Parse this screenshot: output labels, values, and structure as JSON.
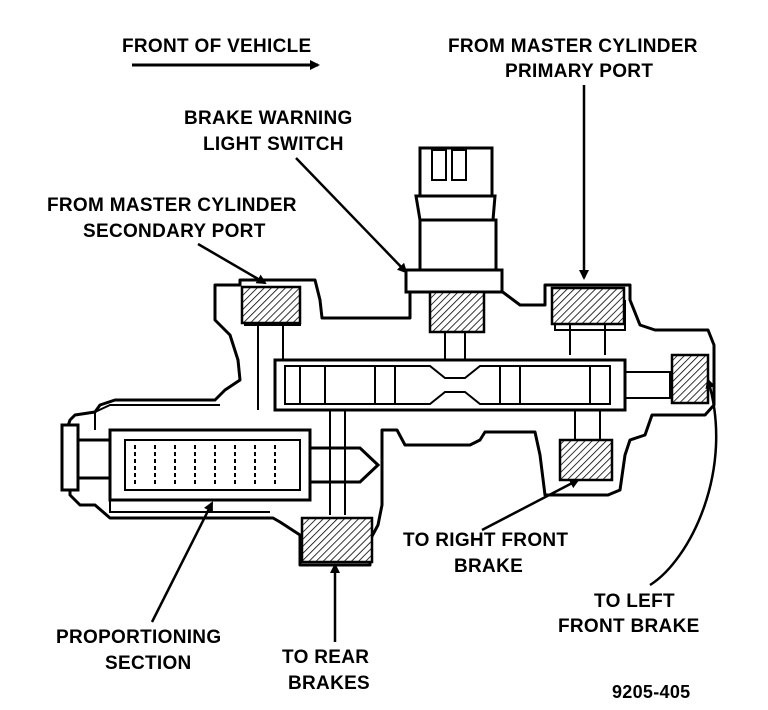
{
  "labels": {
    "front_of_vehicle": "FRONT OF VEHICLE",
    "primary_port": [
      "FROM MASTER CYLINDER",
      "PRIMARY PORT"
    ],
    "warning_switch": [
      "BRAKE WARNING",
      "LIGHT SWITCH"
    ],
    "secondary_port": [
      "FROM MASTER CYLINDER",
      "SECONDARY PORT"
    ],
    "right_front": [
      "TO RIGHT FRONT",
      "BRAKE"
    ],
    "left_front": [
      "TO LEFT",
      "FRONT BRAKE"
    ],
    "proportioning": [
      "PROPORTIONING",
      "SECTION"
    ],
    "rear_brakes": [
      "TO REAR",
      "BRAKES"
    ],
    "figure_code": "9205-405"
  }
}
